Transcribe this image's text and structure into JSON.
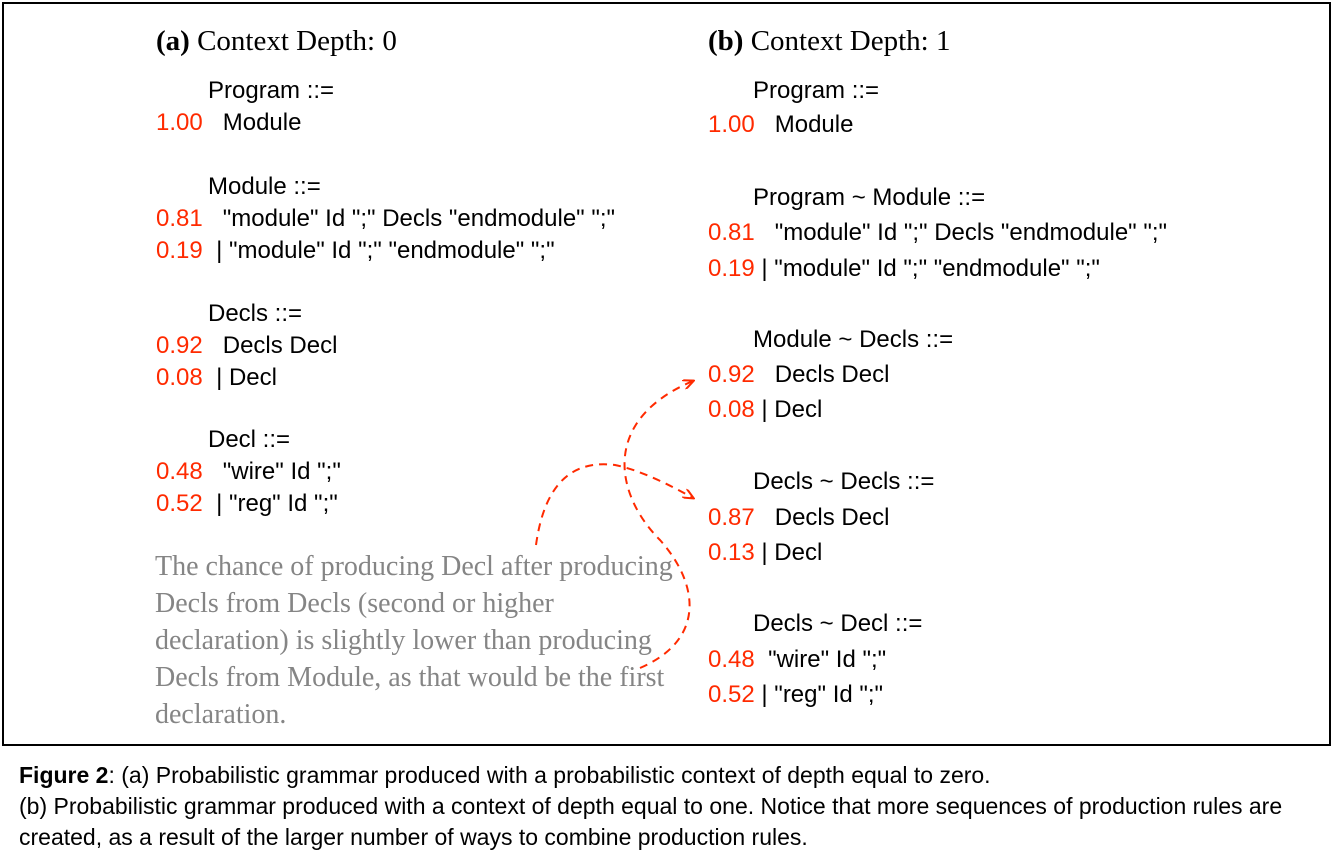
{
  "panel_a": {
    "label": "(a)",
    "title": "Context Depth: 0",
    "rules": [
      {
        "header": "Program ::=",
        "lines": [
          {
            "prob": "1.00",
            "text": "Module"
          }
        ]
      },
      {
        "header": "Module ::=",
        "lines": [
          {
            "prob": "0.81",
            "text": "\"module\" Id \";\" Decls \"endmodule\" \";\""
          },
          {
            "prob": "0.19",
            "text": "| \"module\" Id \";\" \"endmodule\" \";\""
          }
        ]
      },
      {
        "header": "Decls ::=",
        "lines": [
          {
            "prob": "0.92",
            "text": "Decls Decl"
          },
          {
            "prob": "0.08",
            "text": "| Decl"
          }
        ]
      },
      {
        "header": "Decl ::=",
        "lines": [
          {
            "prob": "0.48",
            "text": "\"wire\" Id \";\""
          },
          {
            "prob": "0.52",
            "text": "| \"reg\" Id \";\""
          }
        ]
      }
    ],
    "note": "The chance of producing Decl after producing Decls from Decls (second or higher declaration) is slightly lower than producing Decls from Module, as that would be the first declaration."
  },
  "panel_b": {
    "label": "(b)",
    "title": "Context Depth: 1",
    "rules": [
      {
        "header": "Program ::=",
        "lines": [
          {
            "prob": "1.00",
            "text": "Module"
          }
        ]
      },
      {
        "header": "Program ~ Module ::=",
        "lines": [
          {
            "prob": "0.81",
            "text": "\"module\" Id \";\" Decls \"endmodule\" \";\""
          },
          {
            "prob": "0.19",
            "text": "| \"module\" Id \";\" \"endmodule\" \";\""
          }
        ]
      },
      {
        "header": "Module ~ Decls ::=",
        "lines": [
          {
            "prob": "0.92",
            "text": "Decls Decl"
          },
          {
            "prob": "0.08",
            "text": "| Decl"
          }
        ]
      },
      {
        "header": "Decls ~ Decls ::=",
        "lines": [
          {
            "prob": "0.87",
            "text": "Decls Decl"
          },
          {
            "prob": "0.13",
            "text": "| Decl"
          }
        ]
      },
      {
        "header": "Decls ~ Decl ::=",
        "lines": [
          {
            "prob": "0.48",
            "text": "\"wire\" Id \";\""
          },
          {
            "prob": "0.52",
            "text": "| \"reg\" Id \";\""
          }
        ]
      }
    ]
  },
  "colors": {
    "probability": "#ff2a00",
    "note": "#858585",
    "arrow": "#ff2a00"
  },
  "caption": {
    "label": "Figure 2",
    "line1": ": (a) Probabilistic grammar produced with a probabilistic context of depth equal to zero.",
    "line2": "(b)  Probabilistic grammar produced with a context of depth equal to one. Notice that more sequences of production rules are created, as a result of the larger number of ways to combine production rules."
  }
}
